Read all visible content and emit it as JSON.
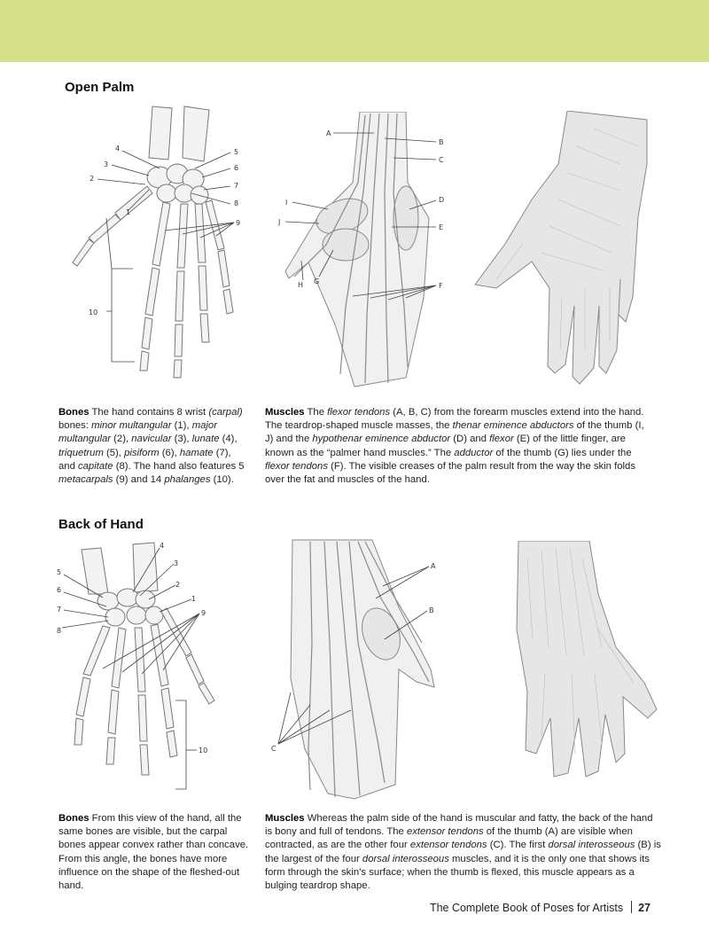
{
  "sections": {
    "open_palm": {
      "title": "Open Palm"
    },
    "back_of_hand": {
      "title": "Back of Hand"
    }
  },
  "palm_labels": {
    "bones": [
      "1",
      "2",
      "3",
      "4",
      "5",
      "6",
      "7",
      "8",
      "9",
      "10"
    ],
    "muscles": [
      "A",
      "B",
      "C",
      "D",
      "E",
      "F",
      "G",
      "H",
      "I",
      "J"
    ]
  },
  "back_labels": {
    "bones": [
      "1",
      "2",
      "3",
      "4",
      "5",
      "6",
      "7",
      "8",
      "9",
      "10"
    ],
    "muscles": [
      "A",
      "B",
      "C"
    ]
  },
  "captions": {
    "palm_bones": {
      "heading": "Bones",
      "segments": [
        {
          "t": " The hand contains 8 wrist ",
          "i": false
        },
        {
          "t": "(carpal)",
          "i": true
        },
        {
          "t": " bones: ",
          "i": false
        },
        {
          "t": "minor multangular",
          "i": true
        },
        {
          "t": " (1), ",
          "i": false
        },
        {
          "t": "major multangular",
          "i": true
        },
        {
          "t": " (2), ",
          "i": false
        },
        {
          "t": "navicular",
          "i": true
        },
        {
          "t": " (3), ",
          "i": false
        },
        {
          "t": "lunate",
          "i": true
        },
        {
          "t": " (4), ",
          "i": false
        },
        {
          "t": "triquetrum",
          "i": true
        },
        {
          "t": " (5), ",
          "i": false
        },
        {
          "t": "pisiform",
          "i": true
        },
        {
          "t": " (6), ",
          "i": false
        },
        {
          "t": "hamate",
          "i": true
        },
        {
          "t": " (7), and ",
          "i": false
        },
        {
          "t": "capitate",
          "i": true
        },
        {
          "t": " (8). The hand also features 5 ",
          "i": false
        },
        {
          "t": "metacarpals",
          "i": true
        },
        {
          "t": " (9) and 14 ",
          "i": false
        },
        {
          "t": "phalanges",
          "i": true
        },
        {
          "t": " (10).",
          "i": false
        }
      ]
    },
    "palm_muscles": {
      "heading": "Muscles",
      "segments": [
        {
          "t": " The ",
          "i": false
        },
        {
          "t": "flexor tendons",
          "i": true
        },
        {
          "t": " (A, B, C) from the forearm muscles extend into the hand. The teardrop-shaped muscle masses, the ",
          "i": false
        },
        {
          "t": "thenar eminence abductors",
          "i": true
        },
        {
          "t": " of the thumb (I, J) and the ",
          "i": false
        },
        {
          "t": "hypothenar eminence abductor",
          "i": true
        },
        {
          "t": " (D) and ",
          "i": false
        },
        {
          "t": "flexor",
          "i": true
        },
        {
          "t": " (E) of the little finger, are known as the “palmer hand muscles.” The ",
          "i": false
        },
        {
          "t": "adductor",
          "i": true
        },
        {
          "t": " of the thumb (G) lies under the ",
          "i": false
        },
        {
          "t": "flexor tendons",
          "i": true
        },
        {
          "t": " (F). The visible creases of the palm result from the way the skin folds over the fat and muscles of the hand.",
          "i": false
        }
      ]
    },
    "back_bones": {
      "heading": "Bones",
      "segments": [
        {
          "t": " From this view of the hand, all the same bones are visible, but the carpal bones appear convex rather than concave. From this angle, the bones have more influence on the shape of the fleshed-out hand.",
          "i": false
        }
      ]
    },
    "back_muscles": {
      "heading": "Muscles",
      "segments": [
        {
          "t": " Whereas the palm side of the hand is muscular and fatty, the back of the hand is bony and full of tendons. The ",
          "i": false
        },
        {
          "t": "extensor tendons",
          "i": true
        },
        {
          "t": " of the thumb (A) are visible when contracted, as are the other four ",
          "i": false
        },
        {
          "t": "extensor tendons",
          "i": true
        },
        {
          "t": " (C). The first ",
          "i": false
        },
        {
          "t": "dorsal interosseous",
          "i": true
        },
        {
          "t": " (B) is the largest of the four ",
          "i": false
        },
        {
          "t": "dorsal interosseous",
          "i": true
        },
        {
          "t": " muscles, and it is the only one that shows its form through the skin’s surface; when the thumb is flexed, this muscle appears as a bulging teardrop shape.",
          "i": false
        }
      ]
    }
  },
  "footer": {
    "book_title": "The Complete Book of Poses for Artists",
    "page_number": "27"
  },
  "colors": {
    "header_band": "#d5e08a",
    "text": "#222222",
    "heading": "#000000"
  }
}
